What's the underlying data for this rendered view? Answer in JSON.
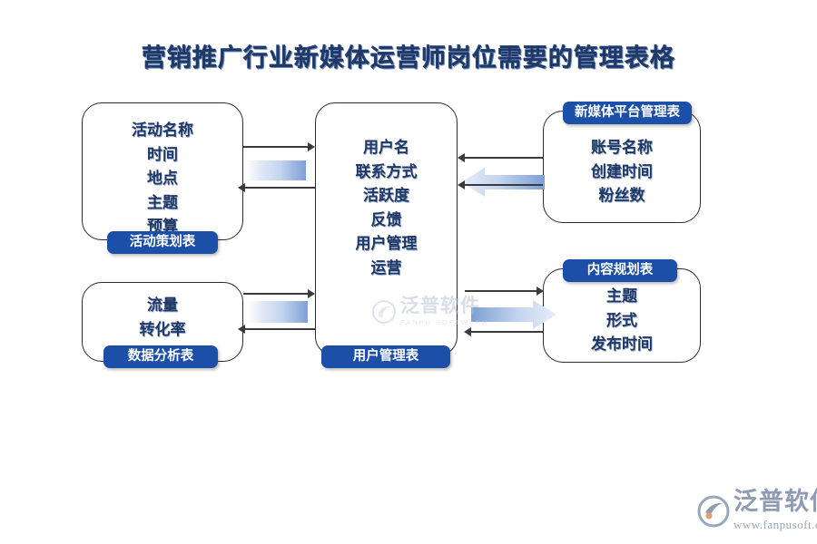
{
  "title": "营销推广行业新媒体运营师岗位需要的管理表格",
  "colors": {
    "badge_blue": "#1b4fa8",
    "title_navy": "#1f3864",
    "text_navy": "#1f3864",
    "border_dark": "#2b2b2b",
    "gradient_blue": "#7d9fd4",
    "watermark_gray": "#b9c3d4"
  },
  "boxes": {
    "activity_plan": {
      "label": "活动策划表",
      "label_position": "bottom",
      "items": [
        "活动名称",
        "时间",
        "地点",
        "主题",
        "预算"
      ]
    },
    "user_management": {
      "label": "用户管理表",
      "label_position": "bottom",
      "items": [
        "用户名",
        "联系方式",
        "活跃度",
        "反馈",
        "用户管理",
        "运营"
      ]
    },
    "new_media_platform": {
      "label": "新媒体平台管理表",
      "label_position": "top",
      "items": [
        "账号名称",
        "创建时间",
        "粉丝数"
      ]
    },
    "data_analysis": {
      "label": "数据分析表",
      "label_position": "bottom",
      "items": [
        "流量",
        "转化率"
      ]
    },
    "content_plan": {
      "label": "内容规划表",
      "label_position": "top",
      "items": [
        "主题",
        "形式",
        "发布时间"
      ]
    }
  },
  "connectors": [
    {
      "name": "activity-to-user",
      "direction": "bidirectional",
      "accent": "gradient-bar-right"
    },
    {
      "name": "newmedia-to-user",
      "direction": "bidirectional",
      "accent": "block-arrow-left"
    },
    {
      "name": "data-to-user",
      "direction": "bidirectional",
      "accent": "gradient-bar-right"
    },
    {
      "name": "user-to-content",
      "direction": "bidirectional",
      "accent": "block-arrow-right"
    }
  ],
  "watermarks": {
    "center": {
      "text": "泛普软件",
      "subtext": "FANPU SOFTWARE"
    },
    "bottom_right": {
      "text": "泛普软件",
      "url": "www.fanpusoft.com"
    }
  }
}
